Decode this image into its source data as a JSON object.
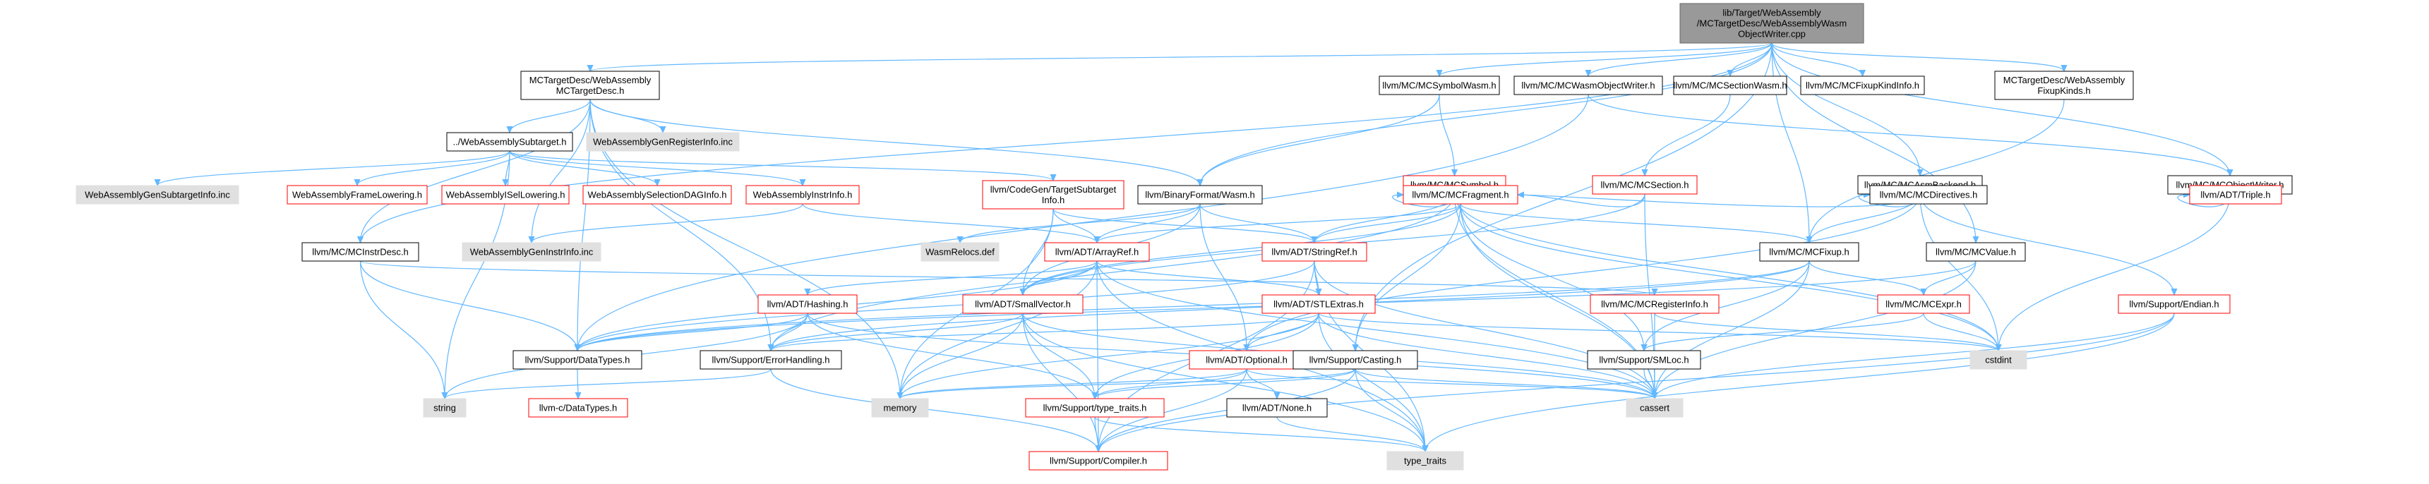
{
  "colors": {
    "edge": "#63b8ff",
    "border_default": "#666666",
    "border_red": "#ff0000",
    "border_black": "#000000",
    "fill_default": "#ffffff",
    "fill_gray": "#e0e0e0",
    "fill_root": "#999999",
    "text": "#000000"
  },
  "nodes": [
    {
      "id": "root",
      "lines": [
        "lib/Target/WebAssembly",
        "/MCTargetDesc/WebAssemblyWasm",
        "ObjectWriter.cpp"
      ],
      "style": "root"
    },
    {
      "id": "mctargetdesc",
      "lines": [
        "MCTargetDesc/WebAssembly",
        "MCTargetDesc.h"
      ],
      "style": "black"
    },
    {
      "id": "mcsymbolwasm",
      "lines": [
        "llvm/MC/MCSymbolWasm.h"
      ],
      "style": "black"
    },
    {
      "id": "mcwasmobjwriter",
      "lines": [
        "llvm/MC/MCWasmObjectWriter.h"
      ],
      "style": "black"
    },
    {
      "id": "mcsectionwasm",
      "lines": [
        "llvm/MC/MCSectionWasm.h"
      ],
      "style": "black"
    },
    {
      "id": "mcfixupkindinfo",
      "lines": [
        "llvm/MC/MCFixupKindInfo.h"
      ],
      "style": "black"
    },
    {
      "id": "fixupkinds",
      "lines": [
        "MCTargetDesc/WebAssembly",
        "FixupKinds.h"
      ],
      "style": "black"
    },
    {
      "id": "subtarget",
      "lines": [
        "../WebAssemblySubtarget.h"
      ],
      "style": "black"
    },
    {
      "id": "genreginfo",
      "lines": [
        "WebAssemblyGenRegisterInfo.inc"
      ],
      "style": "gray"
    },
    {
      "id": "mcsymbol",
      "lines": [
        "llvm/MC/MCSymbol.h"
      ],
      "style": "red"
    },
    {
      "id": "mcsection",
      "lines": [
        "llvm/MC/MCSection.h"
      ],
      "style": "red"
    },
    {
      "id": "mcasmbackend",
      "lines": [
        "llvm/MC/MCAsmBackend.h"
      ],
      "style": "black"
    },
    {
      "id": "mcobjectwriter",
      "lines": [
        "llvm/MC/MCObjectWriter.h"
      ],
      "style": "black"
    },
    {
      "id": "gensubtargetinfo",
      "lines": [
        "WebAssemblyGenSubtargetInfo.inc"
      ],
      "style": "gray"
    },
    {
      "id": "framelowering",
      "lines": [
        "WebAssemblyFrameLowering.h"
      ],
      "style": "red"
    },
    {
      "id": "isellowering",
      "lines": [
        "WebAssemblyISelLowering.h"
      ],
      "style": "red"
    },
    {
      "id": "selectiondag",
      "lines": [
        "WebAssemblySelectionDAGInfo.h"
      ],
      "style": "red"
    },
    {
      "id": "instrinfo",
      "lines": [
        "WebAssemblyInstrInfo.h"
      ],
      "style": "red"
    },
    {
      "id": "codegentsi",
      "lines": [
        "llvm/CodeGen/TargetSubtarget",
        "Info.h"
      ],
      "style": "red"
    },
    {
      "id": "binaryformat",
      "lines": [
        "llvm/BinaryFormat/Wasm.h"
      ],
      "style": "black"
    },
    {
      "id": "mcfragment",
      "lines": [
        "llvm/MC/MCFragment.h"
      ],
      "style": "red"
    },
    {
      "id": "mcdirectives",
      "lines": [
        "llvm/MC/MCDirectives.h"
      ],
      "style": "black"
    },
    {
      "id": "adttriple",
      "lines": [
        "llvm/ADT/Triple.h"
      ],
      "style": "red"
    },
    {
      "id": "mcinstrdesc",
      "lines": [
        "llvm/MC/MCInstrDesc.h"
      ],
      "style": "black"
    },
    {
      "id": "geninstrinfo",
      "lines": [
        "WebAssemblyGenInstrInfo.inc"
      ],
      "style": "gray"
    },
    {
      "id": "wasmrelocs",
      "lines": [
        "WasmRelocs.def"
      ],
      "style": "gray"
    },
    {
      "id": "arrayref",
      "lines": [
        "llvm/ADT/ArrayRef.h"
      ],
      "style": "red"
    },
    {
      "id": "stringref",
      "lines": [
        "llvm/ADT/StringRef.h"
      ],
      "style": "red"
    },
    {
      "id": "mcfixup",
      "lines": [
        "llvm/MC/MCFixup.h"
      ],
      "style": "black"
    },
    {
      "id": "mcvalue",
      "lines": [
        "llvm/MC/MCValue.h"
      ],
      "style": "black"
    },
    {
      "id": "hashing",
      "lines": [
        "llvm/ADT/Hashing.h"
      ],
      "style": "red"
    },
    {
      "id": "smallvector",
      "lines": [
        "llvm/ADT/SmallVector.h"
      ],
      "style": "red"
    },
    {
      "id": "stlextras",
      "lines": [
        "llvm/ADT/STLExtras.h"
      ],
      "style": "red"
    },
    {
      "id": "mcreginfo",
      "lines": [
        "llvm/MC/MCRegisterInfo.h"
      ],
      "style": "red"
    },
    {
      "id": "mcexpr",
      "lines": [
        "llvm/MC/MCExpr.h"
      ],
      "style": "red"
    },
    {
      "id": "endian",
      "lines": [
        "llvm/Support/Endian.h"
      ],
      "style": "red"
    },
    {
      "id": "datatypes",
      "lines": [
        "llvm/Support/DataTypes.h"
      ],
      "style": "black"
    },
    {
      "id": "errorhandling",
      "lines": [
        "llvm/Support/ErrorHandling.h"
      ],
      "style": "black"
    },
    {
      "id": "optional",
      "lines": [
        "llvm/ADT/Optional.h"
      ],
      "style": "red"
    },
    {
      "id": "casting",
      "lines": [
        "llvm/Support/Casting.h"
      ],
      "style": "black"
    },
    {
      "id": "smloc",
      "lines": [
        "llvm/Support/SMLoc.h"
      ],
      "style": "black"
    },
    {
      "id": "cstdint",
      "lines": [
        "cstdint"
      ],
      "style": "gray"
    },
    {
      "id": "string",
      "lines": [
        "string"
      ],
      "style": "gray"
    },
    {
      "id": "memory",
      "lines": [
        "memory"
      ],
      "style": "gray"
    },
    {
      "id": "cassert",
      "lines": [
        "cassert"
      ],
      "style": "gray"
    },
    {
      "id": "cdatatypes",
      "lines": [
        "llvm-c/DataTypes.h"
      ],
      "style": "red"
    },
    {
      "id": "typetraits",
      "lines": [
        "llvm/Support/type_traits.h"
      ],
      "style": "red"
    },
    {
      "id": "adtnone",
      "lines": [
        "llvm/ADT/None.h"
      ],
      "style": "black"
    },
    {
      "id": "compiler",
      "lines": [
        "llvm/Support/Compiler.h"
      ],
      "style": "red"
    },
    {
      "id": "std_typetraits",
      "lines": [
        "type_traits"
      ],
      "style": "gray"
    }
  ],
  "edges": [
    [
      "root",
      "mctargetdesc"
    ],
    [
      "root",
      "mcsymbolwasm"
    ],
    [
      "root",
      "mcwasmobjwriter"
    ],
    [
      "root",
      "mcsectionwasm"
    ],
    [
      "root",
      "mcfixupkindinfo"
    ],
    [
      "root",
      "fixupkinds"
    ],
    [
      "root",
      "mcasmbackend"
    ],
    [
      "root",
      "mcobjectwriter"
    ],
    [
      "root",
      "binaryformat"
    ],
    [
      "root",
      "mcfixup"
    ],
    [
      "root",
      "mcvalue"
    ],
    [
      "root",
      "casting"
    ],
    [
      "root",
      "mcinstrdesc"
    ],
    [
      "mctargetdesc",
      "subtarget"
    ],
    [
      "mctargetdesc",
      "genreginfo"
    ],
    [
      "mctargetdesc",
      "binaryformat"
    ],
    [
      "mctargetdesc",
      "mcinstrdesc"
    ],
    [
      "mctargetdesc",
      "geninstrinfo"
    ],
    [
      "mctargetdesc",
      "datatypes"
    ],
    [
      "mctargetdesc",
      "memory"
    ],
    [
      "mctargetdesc",
      "errorhandling"
    ],
    [
      "subtarget",
      "gensubtargetinfo"
    ],
    [
      "subtarget",
      "framelowering"
    ],
    [
      "subtarget",
      "isellowering"
    ],
    [
      "subtarget",
      "selectiondag"
    ],
    [
      "subtarget",
      "instrinfo"
    ],
    [
      "subtarget",
      "codegentsi"
    ],
    [
      "subtarget",
      "string"
    ],
    [
      "instrinfo",
      "geninstrinfo"
    ],
    [
      "instrinfo",
      "arrayref"
    ],
    [
      "codegentsi",
      "arrayref"
    ],
    [
      "codegentsi",
      "smallvector"
    ],
    [
      "codegentsi",
      "stringref"
    ],
    [
      "codegentsi",
      "memory"
    ],
    [
      "mcsymbolwasm",
      "mcsymbol"
    ],
    [
      "mcsymbolwasm",
      "binaryformat"
    ],
    [
      "mcwasmobjwriter",
      "mcobjectwriter"
    ],
    [
      "mcwasmobjwriter",
      "datatypes"
    ],
    [
      "mcsectionwasm",
      "mcsection"
    ],
    [
      "mcsymbol",
      "mcfragment"
    ],
    [
      "mcsymbol",
      "stringref"
    ],
    [
      "mcsymbol",
      "errorhandling"
    ],
    [
      "mcsymbol",
      "cassert"
    ],
    [
      "mcsymbol",
      "cstdint"
    ],
    [
      "mcsection",
      "mcfragment"
    ],
    [
      "mcsection",
      "smallvector"
    ],
    [
      "mcsection",
      "cassert"
    ],
    [
      "mcasmbackend",
      "mcdirectives"
    ],
    [
      "mcasmbackend",
      "mcfixup"
    ],
    [
      "mcasmbackend",
      "mcfragment"
    ],
    [
      "mcasmbackend",
      "endian"
    ],
    [
      "mcasmbackend",
      "optional"
    ],
    [
      "mcasmbackend",
      "cstdint"
    ],
    [
      "mcobjectwriter",
      "adttriple"
    ],
    [
      "mcobjectwriter",
      "cstdint"
    ],
    [
      "fixupkinds",
      "mcfixup"
    ],
    [
      "binaryformat",
      "wasmrelocs"
    ],
    [
      "binaryformat",
      "arrayref"
    ],
    [
      "binaryformat",
      "stringref"
    ],
    [
      "binaryformat",
      "optional"
    ],
    [
      "binaryformat",
      "smallvector"
    ],
    [
      "mcfragment",
      "arrayref"
    ],
    [
      "mcfragment",
      "smallvector"
    ],
    [
      "mcfragment",
      "stringref"
    ],
    [
      "mcfragment",
      "mcfixup"
    ],
    [
      "mcfragment",
      "casting"
    ],
    [
      "mcfragment",
      "smloc"
    ],
    [
      "mcfragment",
      "cstdint"
    ],
    [
      "mcfragment",
      "cassert"
    ],
    [
      "mcinstrdesc",
      "mcreginfo"
    ],
    [
      "mcinstrdesc",
      "datatypes"
    ],
    [
      "mcinstrdesc",
      "string"
    ],
    [
      "arrayref",
      "hashing"
    ],
    [
      "arrayref",
      "smallvector"
    ],
    [
      "arrayref",
      "compiler"
    ],
    [
      "arrayref",
      "cassert"
    ],
    [
      "arrayref",
      "memory"
    ],
    [
      "arrayref",
      "std_typetraits"
    ],
    [
      "arrayref",
      "stlextras"
    ],
    [
      "arrayref",
      "datatypes"
    ],
    [
      "stringref",
      "stlextras"
    ],
    [
      "stringref",
      "compiler"
    ],
    [
      "stringref",
      "datatypes"
    ],
    [
      "stringref",
      "cassert"
    ],
    [
      "stringref",
      "std_typetraits"
    ],
    [
      "mcfixup",
      "mcexpr"
    ],
    [
      "mcfixup",
      "smloc"
    ],
    [
      "mcfixup",
      "datatypes"
    ],
    [
      "mcfixup",
      "errorhandling"
    ],
    [
      "mcfixup",
      "cassert"
    ],
    [
      "mcvalue",
      "mcexpr"
    ],
    [
      "mcvalue",
      "datatypes"
    ],
    [
      "mcvalue",
      "cassert"
    ],
    [
      "hashing",
      "datatypes"
    ],
    [
      "hashing",
      "errorhandling"
    ],
    [
      "hashing",
      "typetraits"
    ],
    [
      "hashing",
      "string"
    ],
    [
      "hashing",
      "cassert"
    ],
    [
      "smallvector",
      "compiler"
    ],
    [
      "smallvector",
      "typetraits"
    ],
    [
      "smallvector",
      "errorhandling"
    ],
    [
      "smallvector",
      "memory"
    ],
    [
      "smallvector",
      "cassert"
    ],
    [
      "smallvector",
      "std_typetraits"
    ],
    [
      "stlextras",
      "optional"
    ],
    [
      "stlextras",
      "typetraits"
    ],
    [
      "stlextras",
      "errorhandling"
    ],
    [
      "stlextras",
      "cassert"
    ],
    [
      "stlextras",
      "std_typetraits"
    ],
    [
      "stlextras",
      "memory"
    ],
    [
      "stlextras",
      "cstdint"
    ],
    [
      "mcreginfo",
      "cassert"
    ],
    [
      "mcreginfo",
      "cstdint"
    ],
    [
      "mcexpr",
      "smloc"
    ],
    [
      "mcexpr",
      "cstdint"
    ],
    [
      "endian",
      "compiler"
    ],
    [
      "endian",
      "cassert"
    ],
    [
      "endian",
      "std_typetraits"
    ],
    [
      "datatypes",
      "cdatatypes"
    ],
    [
      "errorhandling",
      "compiler"
    ],
    [
      "errorhandling",
      "string"
    ],
    [
      "optional",
      "adtnone"
    ],
    [
      "optional",
      "typetraits"
    ],
    [
      "optional",
      "compiler"
    ],
    [
      "optional",
      "memory"
    ],
    [
      "optional",
      "cassert"
    ],
    [
      "casting",
      "typetraits"
    ],
    [
      "casting",
      "compiler"
    ],
    [
      "casting",
      "cassert"
    ],
    [
      "casting",
      "memory"
    ],
    [
      "casting",
      "std_typetraits"
    ],
    [
      "smloc",
      "cassert"
    ],
    [
      "typetraits",
      "compiler"
    ],
    [
      "typetraits",
      "std_typetraits"
    ],
    [
      "adtnone",
      "std_typetraits"
    ]
  ]
}
